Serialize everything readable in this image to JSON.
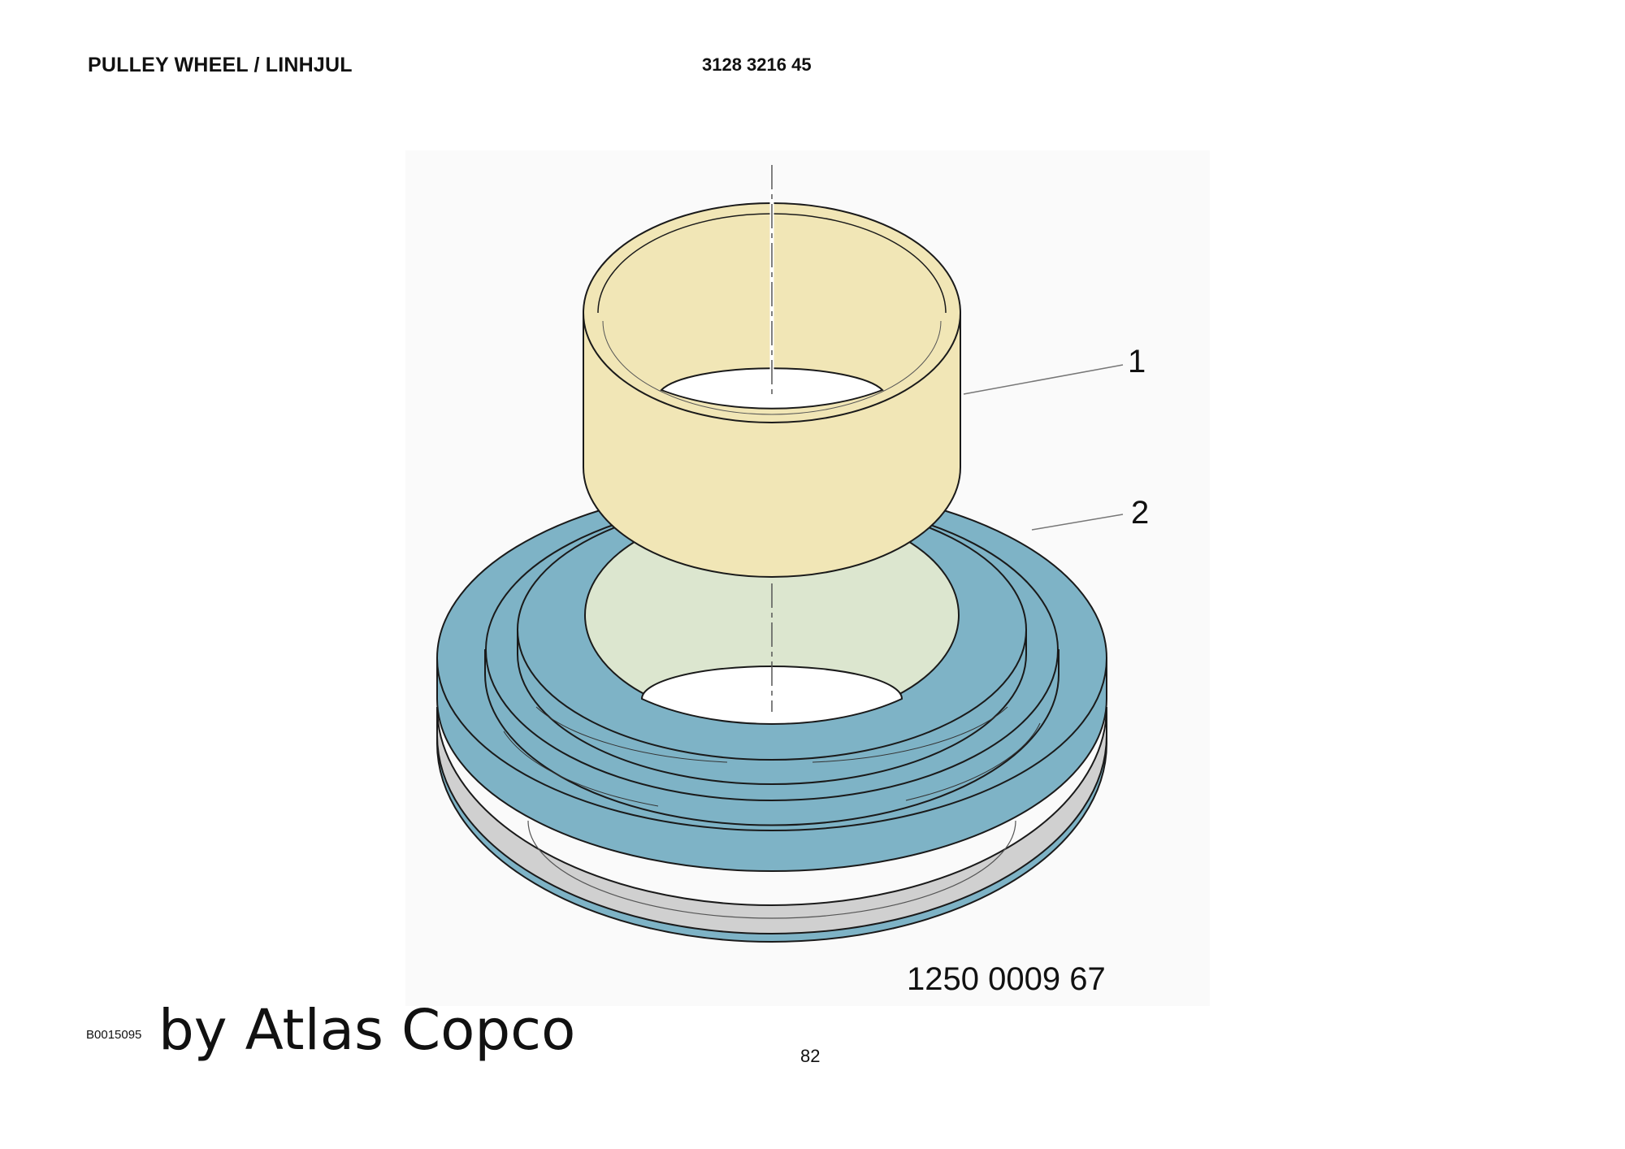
{
  "header": {
    "title": "PULLEY WHEEL / LINHJUL",
    "document_number": "3128 3216 45"
  },
  "drawing": {
    "part_labels": [
      "1",
      "2"
    ],
    "assembly_number": "1250 0009 67",
    "colors": {
      "bushing": "#f1e6b6",
      "pulley": "#7eb3c6",
      "groove": "#d0d0d0",
      "bore": "#dce6cf",
      "background": "#fafafa"
    }
  },
  "footer": {
    "image_code": "B0015095",
    "brand": "by Atlas Copco",
    "page_number": "82"
  }
}
